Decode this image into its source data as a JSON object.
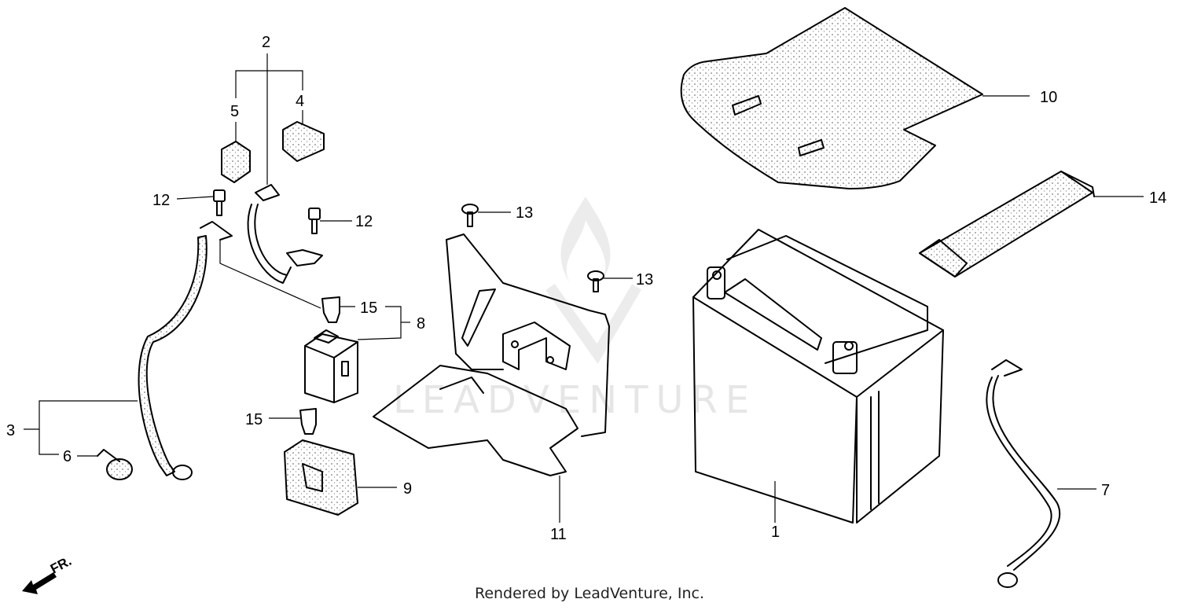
{
  "diagram": {
    "callouts": {
      "c1": "1",
      "c2": "2",
      "c3": "3",
      "c4": "4",
      "c5": "5",
      "c6": "6",
      "c7": "7",
      "c8": "8",
      "c9": "9",
      "c10": "10",
      "c11": "11",
      "c12a": "12",
      "c12b": "12",
      "c13a": "13",
      "c13b": "13",
      "c14": "14",
      "c15a": "15",
      "c15b": "15"
    },
    "direction_label": "FR.",
    "watermark": "LEADVENTURE"
  },
  "footer": {
    "text": "Rendered by LeadVenture, Inc."
  }
}
